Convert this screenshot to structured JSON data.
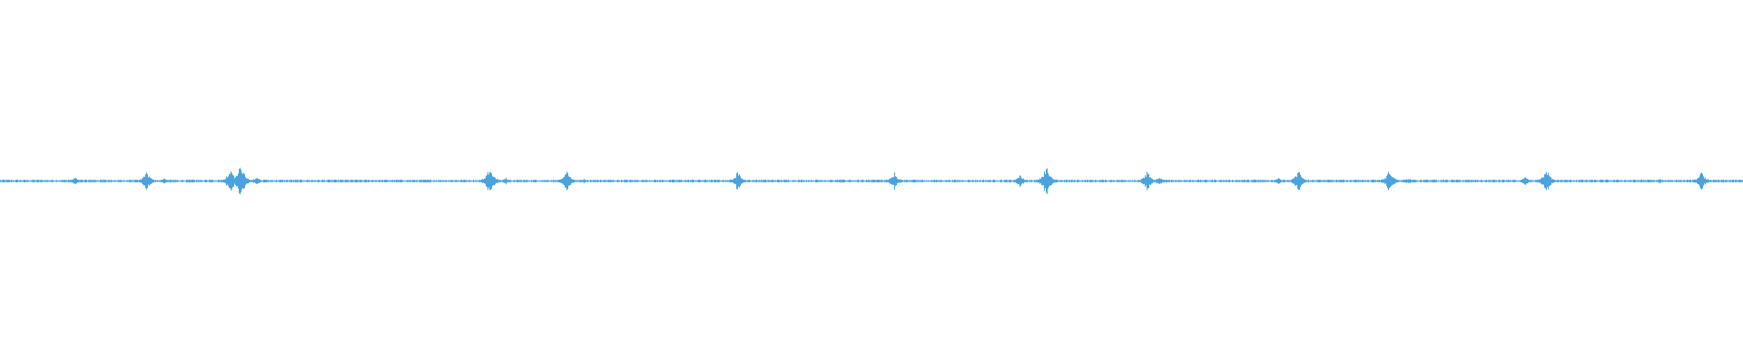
{
  "waveform": {
    "color": "#4aa3df",
    "duration_normalized": 1.0,
    "baseline_amplitude": 0.004,
    "events": [
      {
        "t": 0.043,
        "amp": 0.012
      },
      {
        "t": 0.06,
        "amp": 0.006
      },
      {
        "t": 0.084,
        "amp": 0.028
      },
      {
        "t": 0.094,
        "amp": 0.008
      },
      {
        "t": 0.121,
        "amp": 0.006
      },
      {
        "t": 0.132,
        "amp": 0.04
      },
      {
        "t": 0.138,
        "amp": 0.055
      },
      {
        "t": 0.147,
        "amp": 0.012
      },
      {
        "t": 0.281,
        "amp": 0.05
      },
      {
        "t": 0.29,
        "amp": 0.01
      },
      {
        "t": 0.325,
        "amp": 0.03
      },
      {
        "t": 0.335,
        "amp": 0.006
      },
      {
        "t": 0.423,
        "amp": 0.03
      },
      {
        "t": 0.482,
        "amp": 0.004
      },
      {
        "t": 0.503,
        "amp": 0.006
      },
      {
        "t": 0.513,
        "amp": 0.025
      },
      {
        "t": 0.525,
        "amp": 0.006
      },
      {
        "t": 0.585,
        "amp": 0.018
      },
      {
        "t": 0.6,
        "amp": 0.048
      },
      {
        "t": 0.658,
        "amp": 0.03
      },
      {
        "t": 0.665,
        "amp": 0.012
      },
      {
        "t": 0.733,
        "amp": 0.012
      },
      {
        "t": 0.745,
        "amp": 0.035
      },
      {
        "t": 0.778,
        "amp": 0.006
      },
      {
        "t": 0.797,
        "amp": 0.035
      },
      {
        "t": 0.808,
        "amp": 0.01
      },
      {
        "t": 0.822,
        "amp": 0.006
      },
      {
        "t": 0.875,
        "amp": 0.012
      },
      {
        "t": 0.887,
        "amp": 0.038
      },
      {
        "t": 0.952,
        "amp": 0.006
      },
      {
        "t": 0.976,
        "amp": 0.028
      }
    ]
  }
}
